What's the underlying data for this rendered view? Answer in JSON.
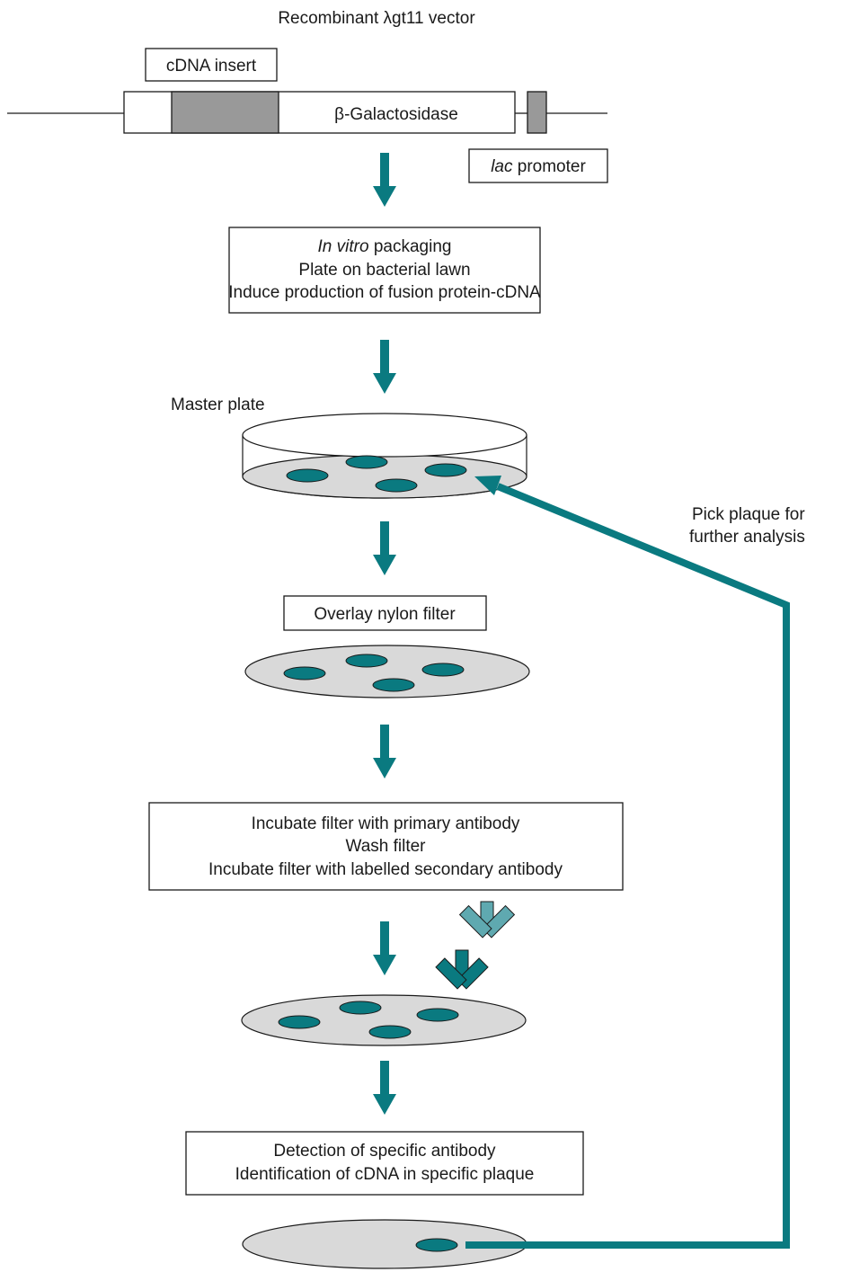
{
  "title": "Recombinant λgt11 vector",
  "vector": {
    "cdna_insert_label": "cDNA insert",
    "gene_label": "β-Galactosidase",
    "promoter_italic": "lac",
    "promoter_rest": " promoter"
  },
  "step1": {
    "line1_italic": "In vitro",
    "line1_rest": " packaging",
    "line2": "Plate on bacterial lawn",
    "line3": "Induce production of fusion protein-cDNA"
  },
  "master_plate_label": "Master plate",
  "filter_label": "Overlay nylon filter",
  "step2": {
    "line1": "Incubate filter with primary antibody",
    "line2": "Wash filter",
    "line3": "Incubate filter with labelled secondary antibody"
  },
  "step3": {
    "line1": "Detection of specific antibody",
    "line2": "Identification of cDNA in specific plaque"
  },
  "feedback": {
    "line1": "Pick plaque for",
    "line2": "further analysis"
  },
  "colors": {
    "teal": "#0a7a80",
    "light_teal": "#5fa9b0",
    "plate_grey": "#d9d9d9",
    "insert_grey": "#999999"
  }
}
